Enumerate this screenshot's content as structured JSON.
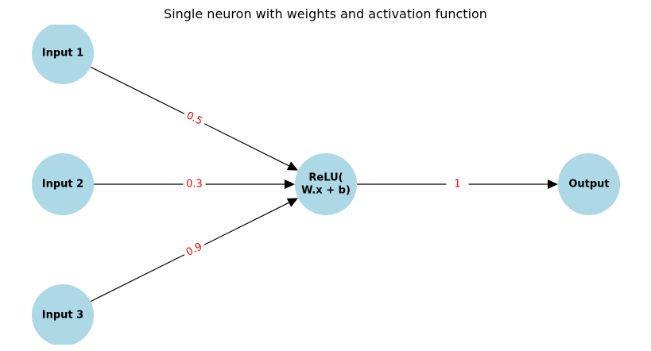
{
  "title": "Single neuron with weights and activation function",
  "colors": {
    "node_fill": "#add8e6",
    "edge": "#000000",
    "weight_text": "#ff0000"
  },
  "nodes": [
    {
      "id": "input1",
      "label": [
        "Input 1"
      ]
    },
    {
      "id": "input2",
      "label": [
        "Input 2"
      ]
    },
    {
      "id": "input3",
      "label": [
        "Input 3"
      ]
    },
    {
      "id": "neuron",
      "label": [
        "ReLU(",
        "W.x + b)"
      ]
    },
    {
      "id": "output",
      "label": [
        "Output"
      ]
    }
  ],
  "edges": [
    {
      "from": "input1",
      "to": "neuron",
      "weight": "0.5"
    },
    {
      "from": "input2",
      "to": "neuron",
      "weight": "0.3"
    },
    {
      "from": "input3",
      "to": "neuron",
      "weight": "0.9"
    },
    {
      "from": "neuron",
      "to": "output",
      "weight": "1"
    }
  ]
}
